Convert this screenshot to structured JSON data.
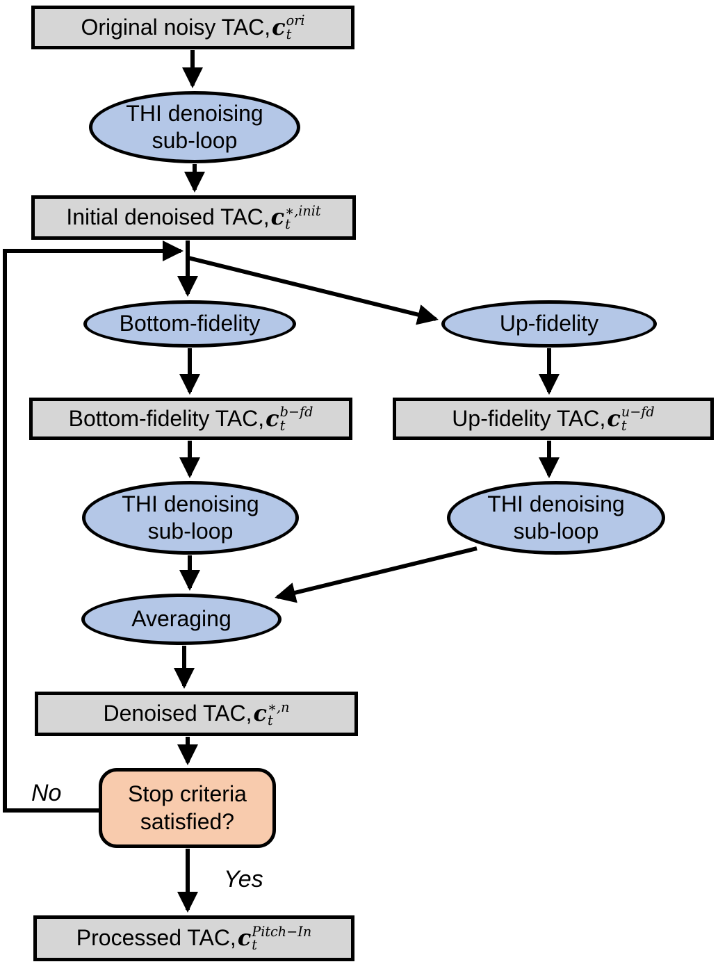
{
  "diagram": {
    "nodes": {
      "original": {
        "text": "Original noisy TAC, ",
        "var": "c",
        "sub": "t",
        "sup": "ori"
      },
      "thi1": {
        "text": "THI denoising sub-loop"
      },
      "initial": {
        "text": "Initial denoised TAC,",
        "var": "c",
        "sub": "t",
        "sup": "∗,init"
      },
      "bottom_fidelity": {
        "text": "Bottom-fidelity"
      },
      "up_fidelity": {
        "text": "Up-fidelity"
      },
      "bottom_tac": {
        "text": "Bottom-fidelity TAC,",
        "var": "c",
        "sub": "t",
        "sup": "b−fd"
      },
      "up_tac": {
        "text": "Up-fidelity TAC,",
        "var": "c",
        "sub": "t",
        "sup": "u−fd"
      },
      "thi2": {
        "text": "THI denoising sub-loop"
      },
      "thi3": {
        "text": "THI denoising sub-loop"
      },
      "averaging": {
        "text": "Averaging"
      },
      "stop": {
        "text": "Stop criteria satisfied?"
      },
      "denoised": {
        "text": "Denoised TAC,",
        "var": "c",
        "sub": "t",
        "sup": "∗,n"
      },
      "processed": {
        "text": "Processed TAC,",
        "var": "c",
        "sub": "t",
        "sup": "Pitch−In"
      }
    },
    "edge_labels": {
      "no": "No",
      "yes": "Yes"
    },
    "colors": {
      "box_fill": "#d6d6d6",
      "ellipse_fill": "#b4c7e7",
      "decision_fill": "#f8cbad",
      "stroke": "#000000"
    }
  }
}
